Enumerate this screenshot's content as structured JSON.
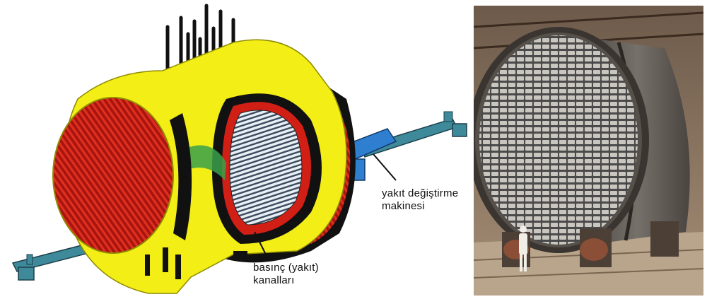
{
  "labels": {
    "fuel_machine_line1": "yakıt değiştirme",
    "fuel_machine_line2": "makinesi",
    "pressure_tubes_line1": "basınç (yakıt)",
    "pressure_tubes_line2": "kanalları"
  },
  "colors": {
    "calandria_yellow": "#f2ee16",
    "end_fitting_red": "#cc1f1a",
    "fuel_machine_blue": "#2f7fd1",
    "fuel_machine_teal": "#3e8a9a",
    "core_white": "#e8eef3",
    "outline_black": "#111111"
  },
  "icons": [
    "cutaway-reactor-diagram",
    "reactor-photo"
  ]
}
